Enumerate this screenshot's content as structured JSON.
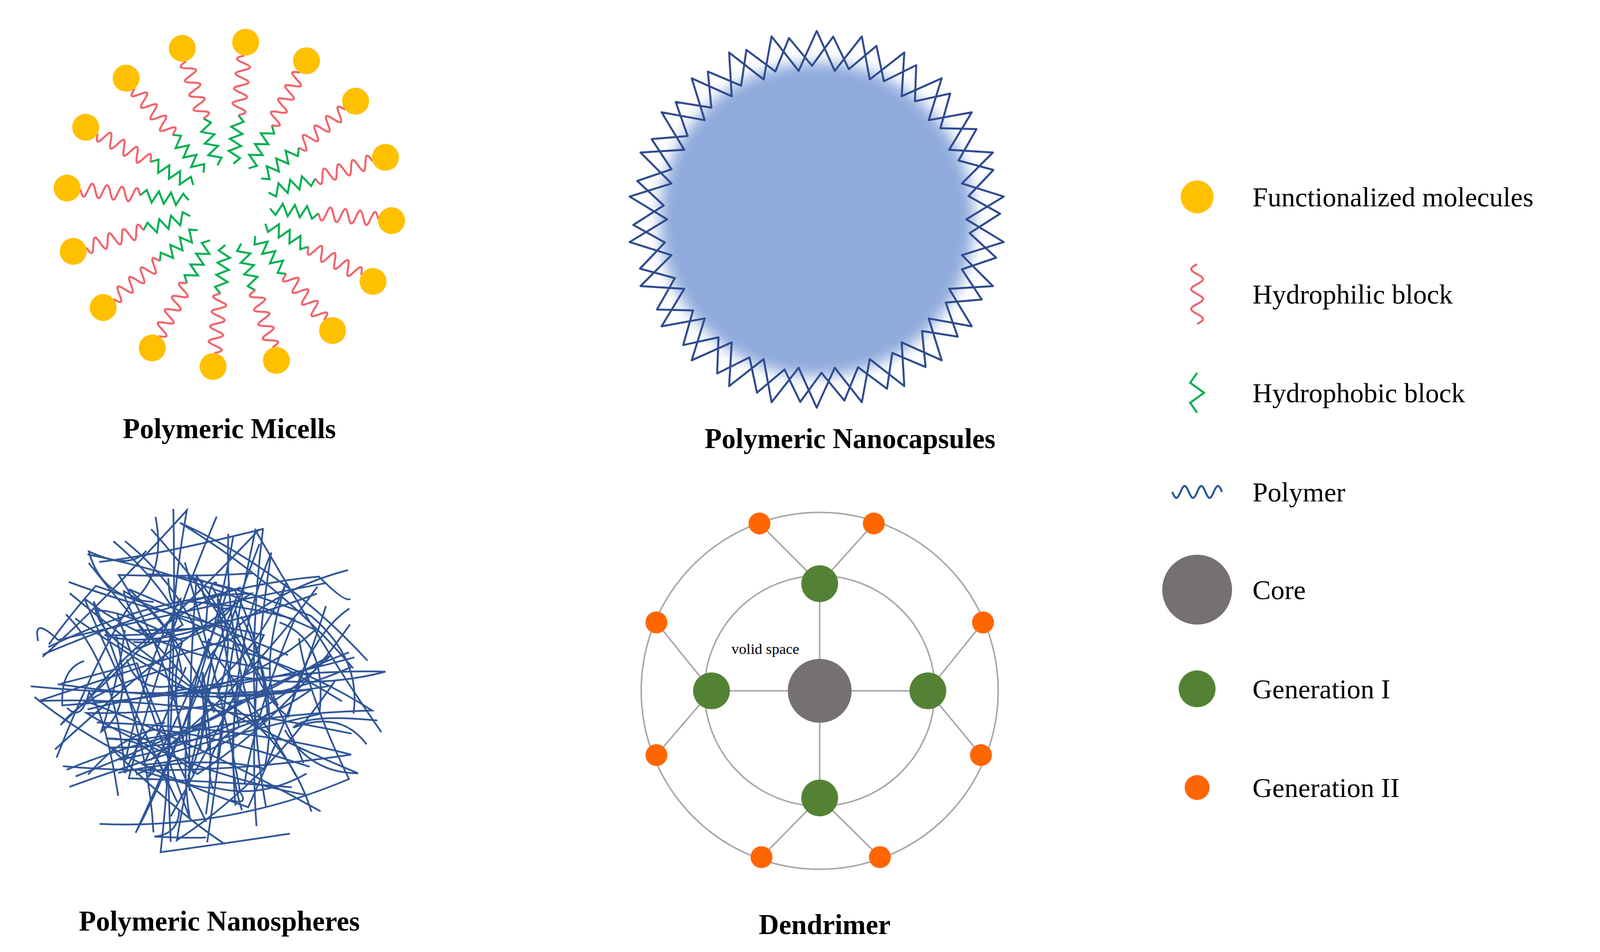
{
  "diagram": {
    "labels": [
      "Polymeric Micells",
      "Polymeric Nanocapsules",
      "Polymeric Nanospheres",
      "Dendrimer",
      "volid space"
    ],
    "legend": [
      {
        "text": "Functionalized molecules",
        "color": "#FFC000"
      },
      {
        "text": "Hydrophilic block"
      },
      {
        "text": "Hydrophobic block"
      },
      {
        "text": "Polymer"
      },
      {
        "text": "Core",
        "color": "#767171"
      },
      {
        "text": "Generation I",
        "color": "#548235"
      },
      {
        "text": "Generation II",
        "color": "#FF6600"
      }
    ]
  }
}
